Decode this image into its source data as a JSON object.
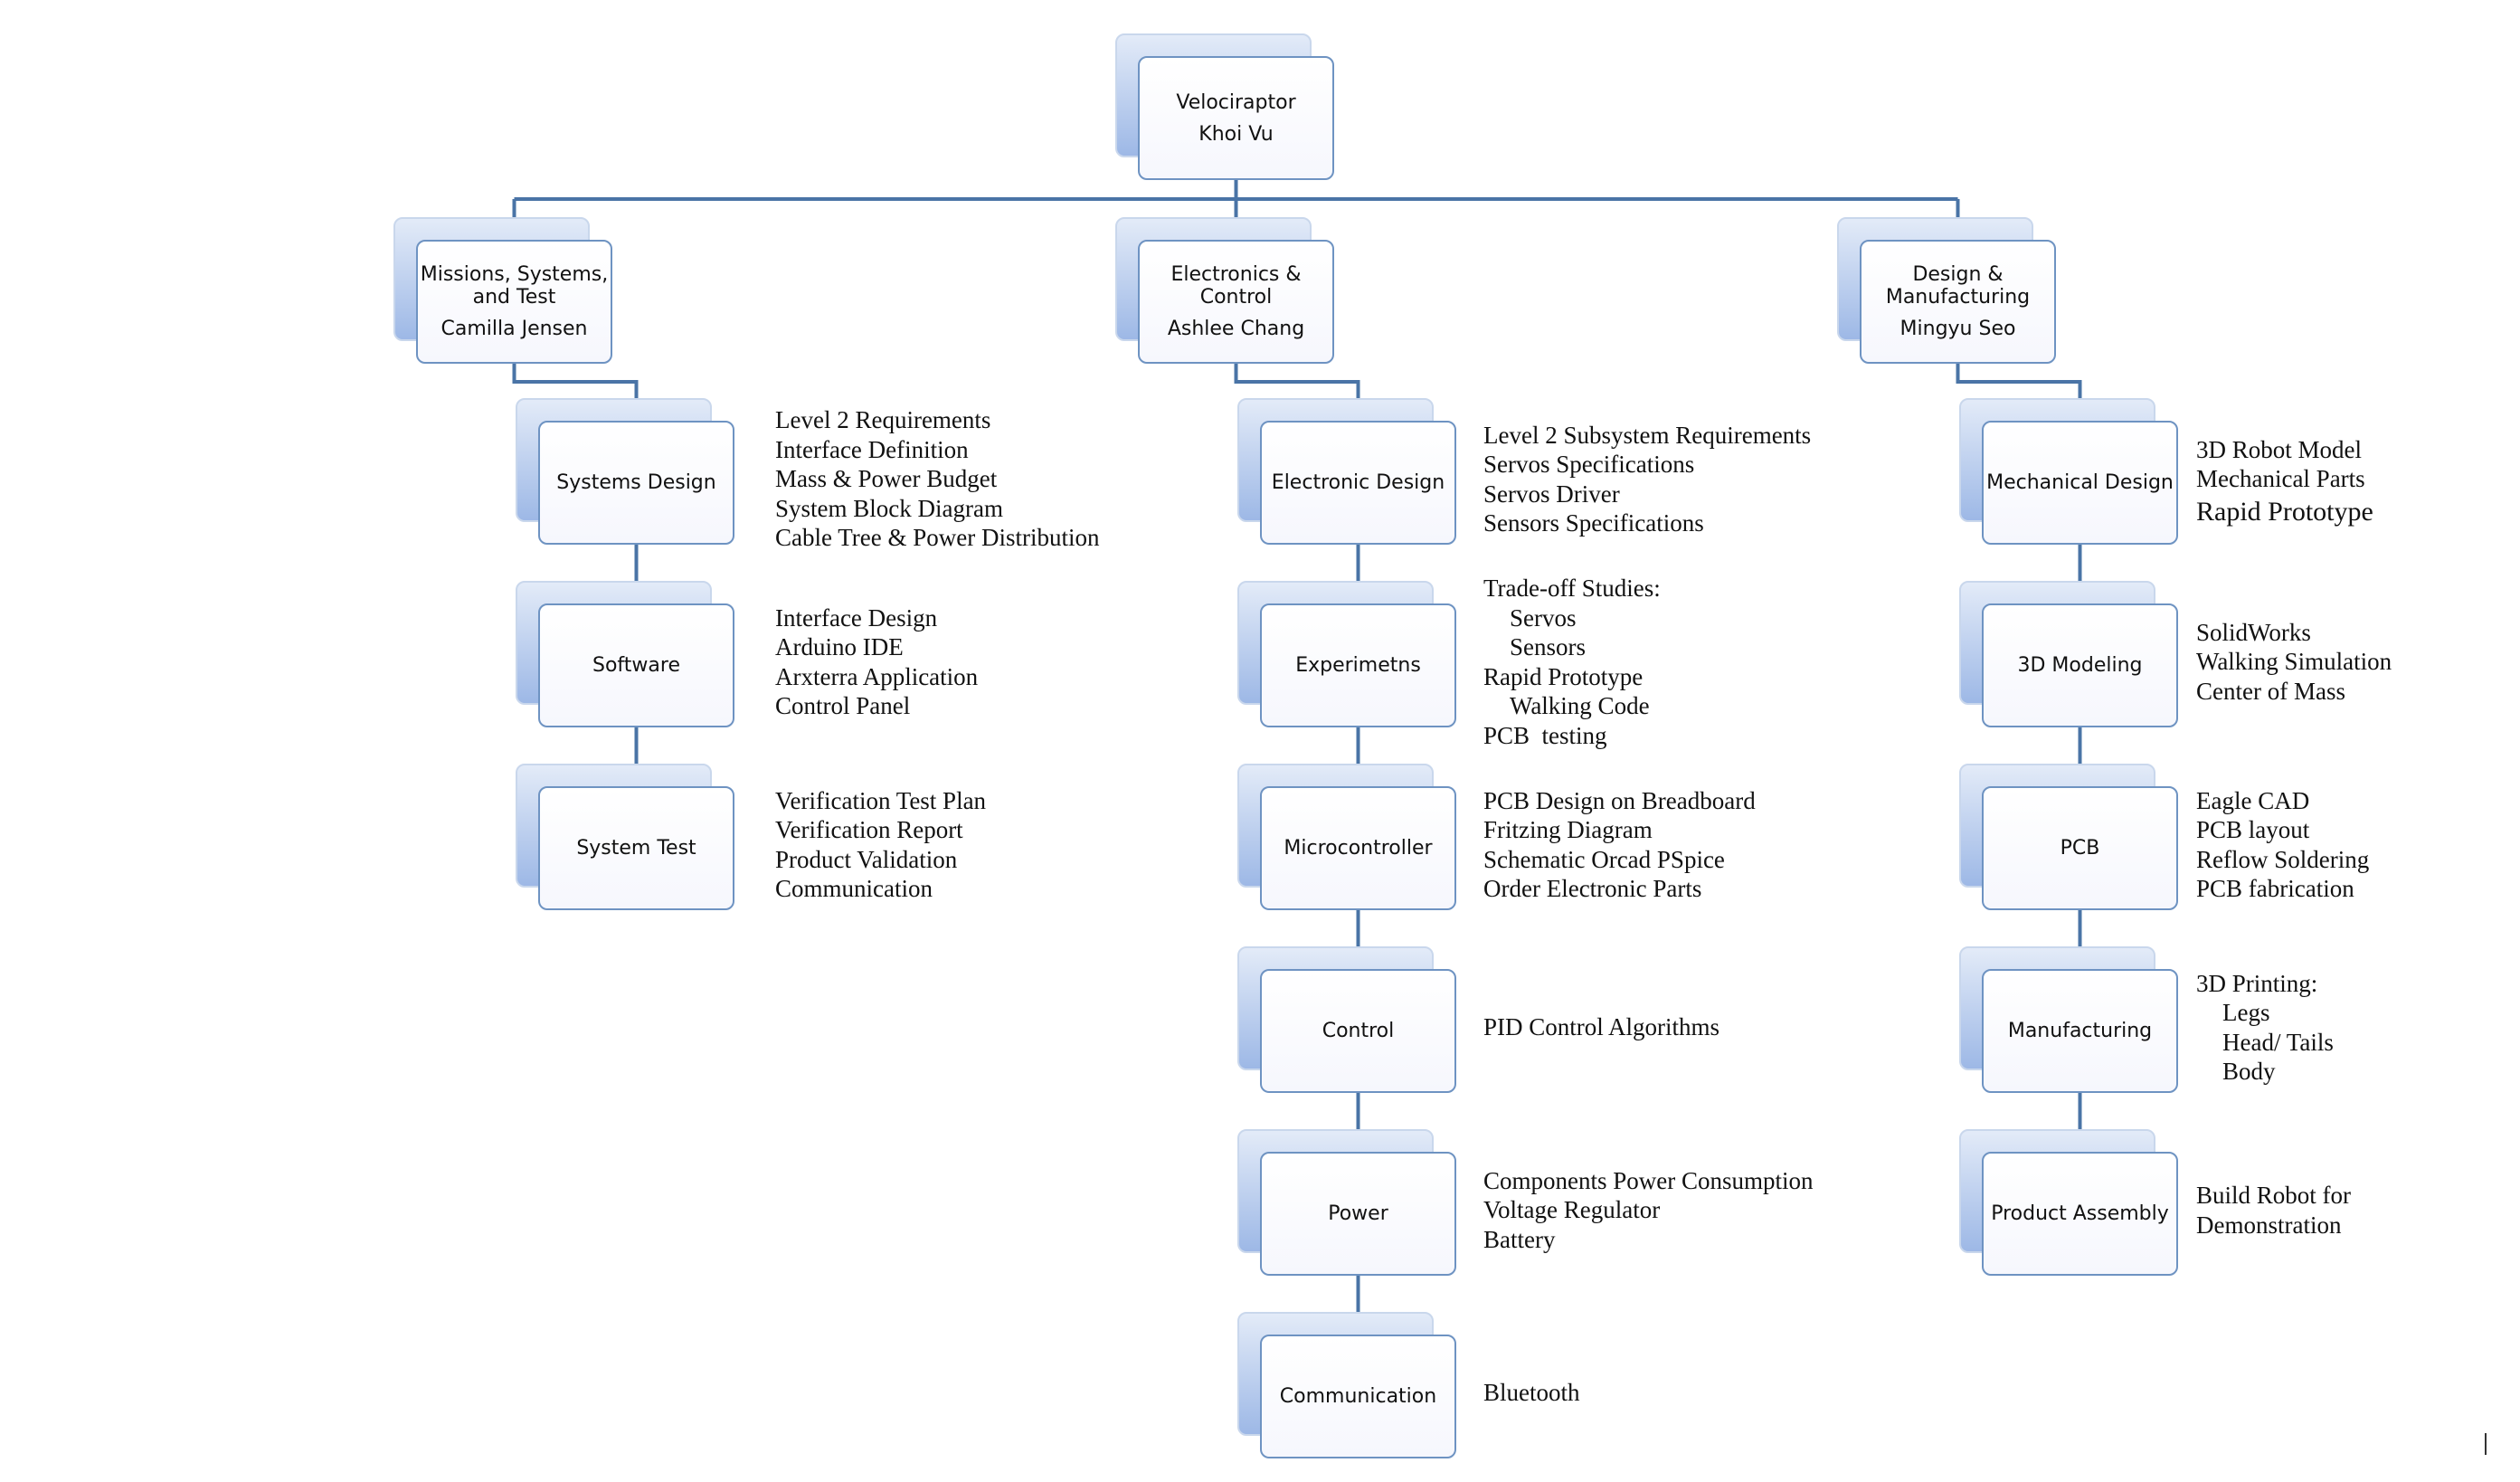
{
  "diagram": {
    "root": {
      "title": "Velociraptor",
      "name": "Khoi Vu"
    },
    "divisions": [
      {
        "title": "Missions, Systems,\nand Test",
        "name": "Camilla Jensen",
        "tasks": [
          {
            "label": "Systems Design",
            "notes": [
              {
                "text": "Level 2 Requirements"
              },
              {
                "text": "Interface Definition"
              },
              {
                "text": "Mass & Power Budget"
              },
              {
                "text": "System Block Diagram"
              },
              {
                "text": "Cable Tree & Power Distribution"
              }
            ]
          },
          {
            "label": "Software",
            "notes": [
              {
                "text": "Interface Design"
              },
              {
                "text": "Arduino IDE"
              },
              {
                "text": "Arxterra Application"
              },
              {
                "text": "Control Panel"
              }
            ]
          },
          {
            "label": "System Test",
            "notes": [
              {
                "text": "Verification Test Plan"
              },
              {
                "text": "Verification Report"
              },
              {
                "text": "Product Validation"
              },
              {
                "text": "Communication"
              }
            ]
          }
        ]
      },
      {
        "title": "Electronics &\nControl",
        "name": "Ashlee Chang",
        "tasks": [
          {
            "label": "Electronic Design",
            "notes": [
              {
                "text": "Level 2 Subsystem Requirements"
              },
              {
                "text": "Servos Specifications"
              },
              {
                "text": "Servos Driver"
              },
              {
                "text": "Sensors Specifications"
              }
            ]
          },
          {
            "label": "Experimetns",
            "notes": [
              {
                "text": "Trade-off Studies:"
              },
              {
                "text": "Servos",
                "indent": true
              },
              {
                "text": "Sensors",
                "indent": true
              },
              {
                "text": "Rapid Prototype"
              },
              {
                "text": "Walking Code",
                "indent": true
              },
              {
                "text": "PCB  testing"
              }
            ]
          },
          {
            "label": "Microcontroller",
            "notes": [
              {
                "text": "PCB Design on Breadboard"
              },
              {
                "text": "Fritzing Diagram"
              },
              {
                "text": "Schematic Orcad PSpice"
              },
              {
                "text": "Order Electronic Parts"
              }
            ]
          },
          {
            "label": "Control",
            "notes": [
              {
                "text": "PID Control Algorithms"
              }
            ]
          },
          {
            "label": "Power",
            "notes": [
              {
                "text": "Components Power Consumption"
              },
              {
                "text": "Voltage Regulator"
              },
              {
                "text": "Battery"
              }
            ]
          },
          {
            "label": "Communication",
            "notes": [
              {
                "text": "Bluetooth"
              }
            ]
          }
        ]
      },
      {
        "title": "Design &\nManufacturing",
        "name": "Mingyu Seo",
        "tasks": [
          {
            "label": "Mechanical Design",
            "notes": [
              {
                "text": "3D Robot Model"
              },
              {
                "text": "Mechanical Parts"
              },
              {
                "text": "Rapid Prototype",
                "large": true
              }
            ]
          },
          {
            "label": "3D Modeling",
            "notes": [
              {
                "text": "SolidWorks"
              },
              {
                "text": "Walking Simulation"
              },
              {
                "text": "Center of Mass"
              }
            ]
          },
          {
            "label": "PCB",
            "notes": [
              {
                "text": "Eagle CAD"
              },
              {
                "text": "PCB layout"
              },
              {
                "text": "Reflow Soldering"
              },
              {
                "text": "PCB fabrication"
              }
            ]
          },
          {
            "label": "Manufacturing",
            "notes": [
              {
                "text": "3D Printing:"
              },
              {
                "text": "Legs",
                "indent": true
              },
              {
                "text": "Head/ Tails",
                "indent": true
              },
              {
                "text": "Body",
                "indent": true
              }
            ]
          },
          {
            "label": "Product Assembly",
            "notes": [
              {
                "text": "Build Robot for"
              },
              {
                "text": "Demonstration"
              }
            ]
          }
        ]
      }
    ]
  },
  "colors": {
    "connector": "#4a74a6",
    "card_border": "#6e93c2",
    "shadow_top": "#e3ebf8",
    "shadow_bottom": "#9db8e6"
  }
}
